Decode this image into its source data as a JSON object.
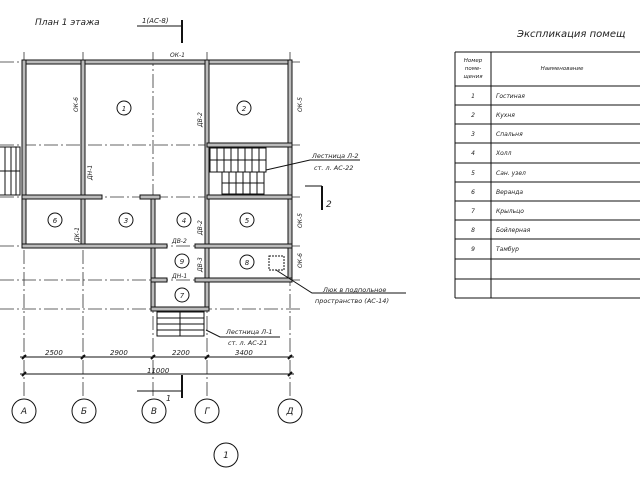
{
  "plan": {
    "title": "План 1 этажа",
    "section_top": "1(АС-8)",
    "section_bottom": "1",
    "section_right": "2",
    "sheet_number": "1",
    "axes": [
      "А",
      "Б",
      "В",
      "Г",
      "Д"
    ],
    "dimensions": [
      "2500",
      "2900",
      "2200",
      "3400"
    ],
    "total_dimension": "11000",
    "rooms": [
      "1",
      "2",
      "3",
      "4",
      "5",
      "6",
      "7",
      "8",
      "9"
    ],
    "wall_labels": {
      "ok1": "ОК-1",
      "ok5a": "ОК-5",
      "ok5b": "ОК-5",
      "ok6": "ОК-6",
      "ok6b": "ОК-6",
      "dk1": "ДК-1",
      "dv2a": "ДВ-2",
      "dv2b": "ДВ-2",
      "dv2c": "ДВ-2",
      "dv3": "ДВ-3",
      "dn1a": "ДН-1",
      "dn1b": "ДН-1"
    },
    "notes": {
      "stair2_l1": "Лестница Л-2",
      "stair2_l2": "ст. л. АС-22",
      "stair1_l1": "Лестница Л-1",
      "stair1_l2": "ст. л. АС-21",
      "hatch_l1": "Люк в подпольное",
      "hatch_l2": "пространство (АС-14)"
    }
  },
  "explication": {
    "title": "Экспликация помещ",
    "headers": {
      "number": "Номер поме- щения",
      "name": "Наименование"
    },
    "header_lines": [
      "Номер",
      "поме-",
      "щения"
    ],
    "rows": [
      {
        "n": "1",
        "name": "Гостиная"
      },
      {
        "n": "2",
        "name": "Кухня"
      },
      {
        "n": "3",
        "name": "Спальня"
      },
      {
        "n": "4",
        "name": "Холл"
      },
      {
        "n": "5",
        "name": "Сан. узел"
      },
      {
        "n": "6",
        "name": "Веранда"
      },
      {
        "n": "7",
        "name": "Крыльцо"
      },
      {
        "n": "8",
        "name": "Бойлерная"
      },
      {
        "n": "9",
        "name": "Тамбур"
      }
    ]
  }
}
